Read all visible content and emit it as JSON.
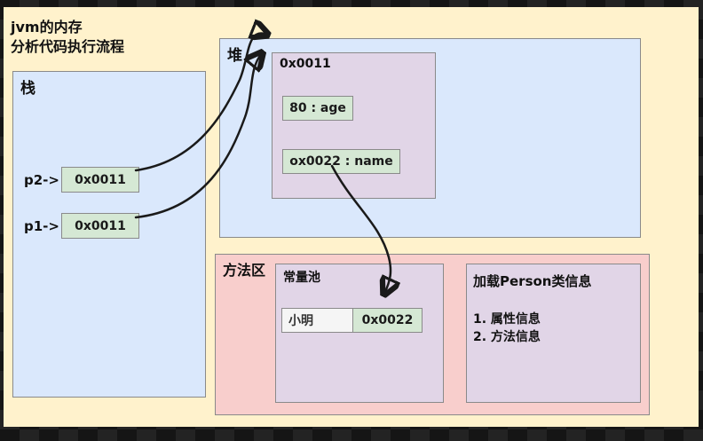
{
  "title": {
    "line1": "jvm的内存",
    "line2": "分析代码执行流程"
  },
  "stack": {
    "label": "栈",
    "vars": [
      {
        "name": "p2->",
        "value": "0x0011"
      },
      {
        "name": "p1->",
        "value": "0x0011"
      }
    ]
  },
  "heap": {
    "label": "堆",
    "object": {
      "address": "0x0011",
      "fields": [
        "80 : age",
        "ox0022 : name"
      ]
    }
  },
  "method_area": {
    "label": "方法区",
    "constant_pool": {
      "label": "常量池",
      "entry_value": "小明",
      "entry_address": "0x0022"
    },
    "class_info": {
      "title": "加载Person类信息",
      "items": [
        "1. 属性信息",
        "2. 方法信息"
      ]
    }
  },
  "colors": {
    "sheet": "#fff2cc",
    "region_blue": "#dae8fc",
    "region_purple": "#e1d5e7",
    "region_pink": "#f8cecc",
    "value_green": "#d5e8d4",
    "entry_white": "#f5f5f5",
    "arrow": "#1a1a1a"
  }
}
